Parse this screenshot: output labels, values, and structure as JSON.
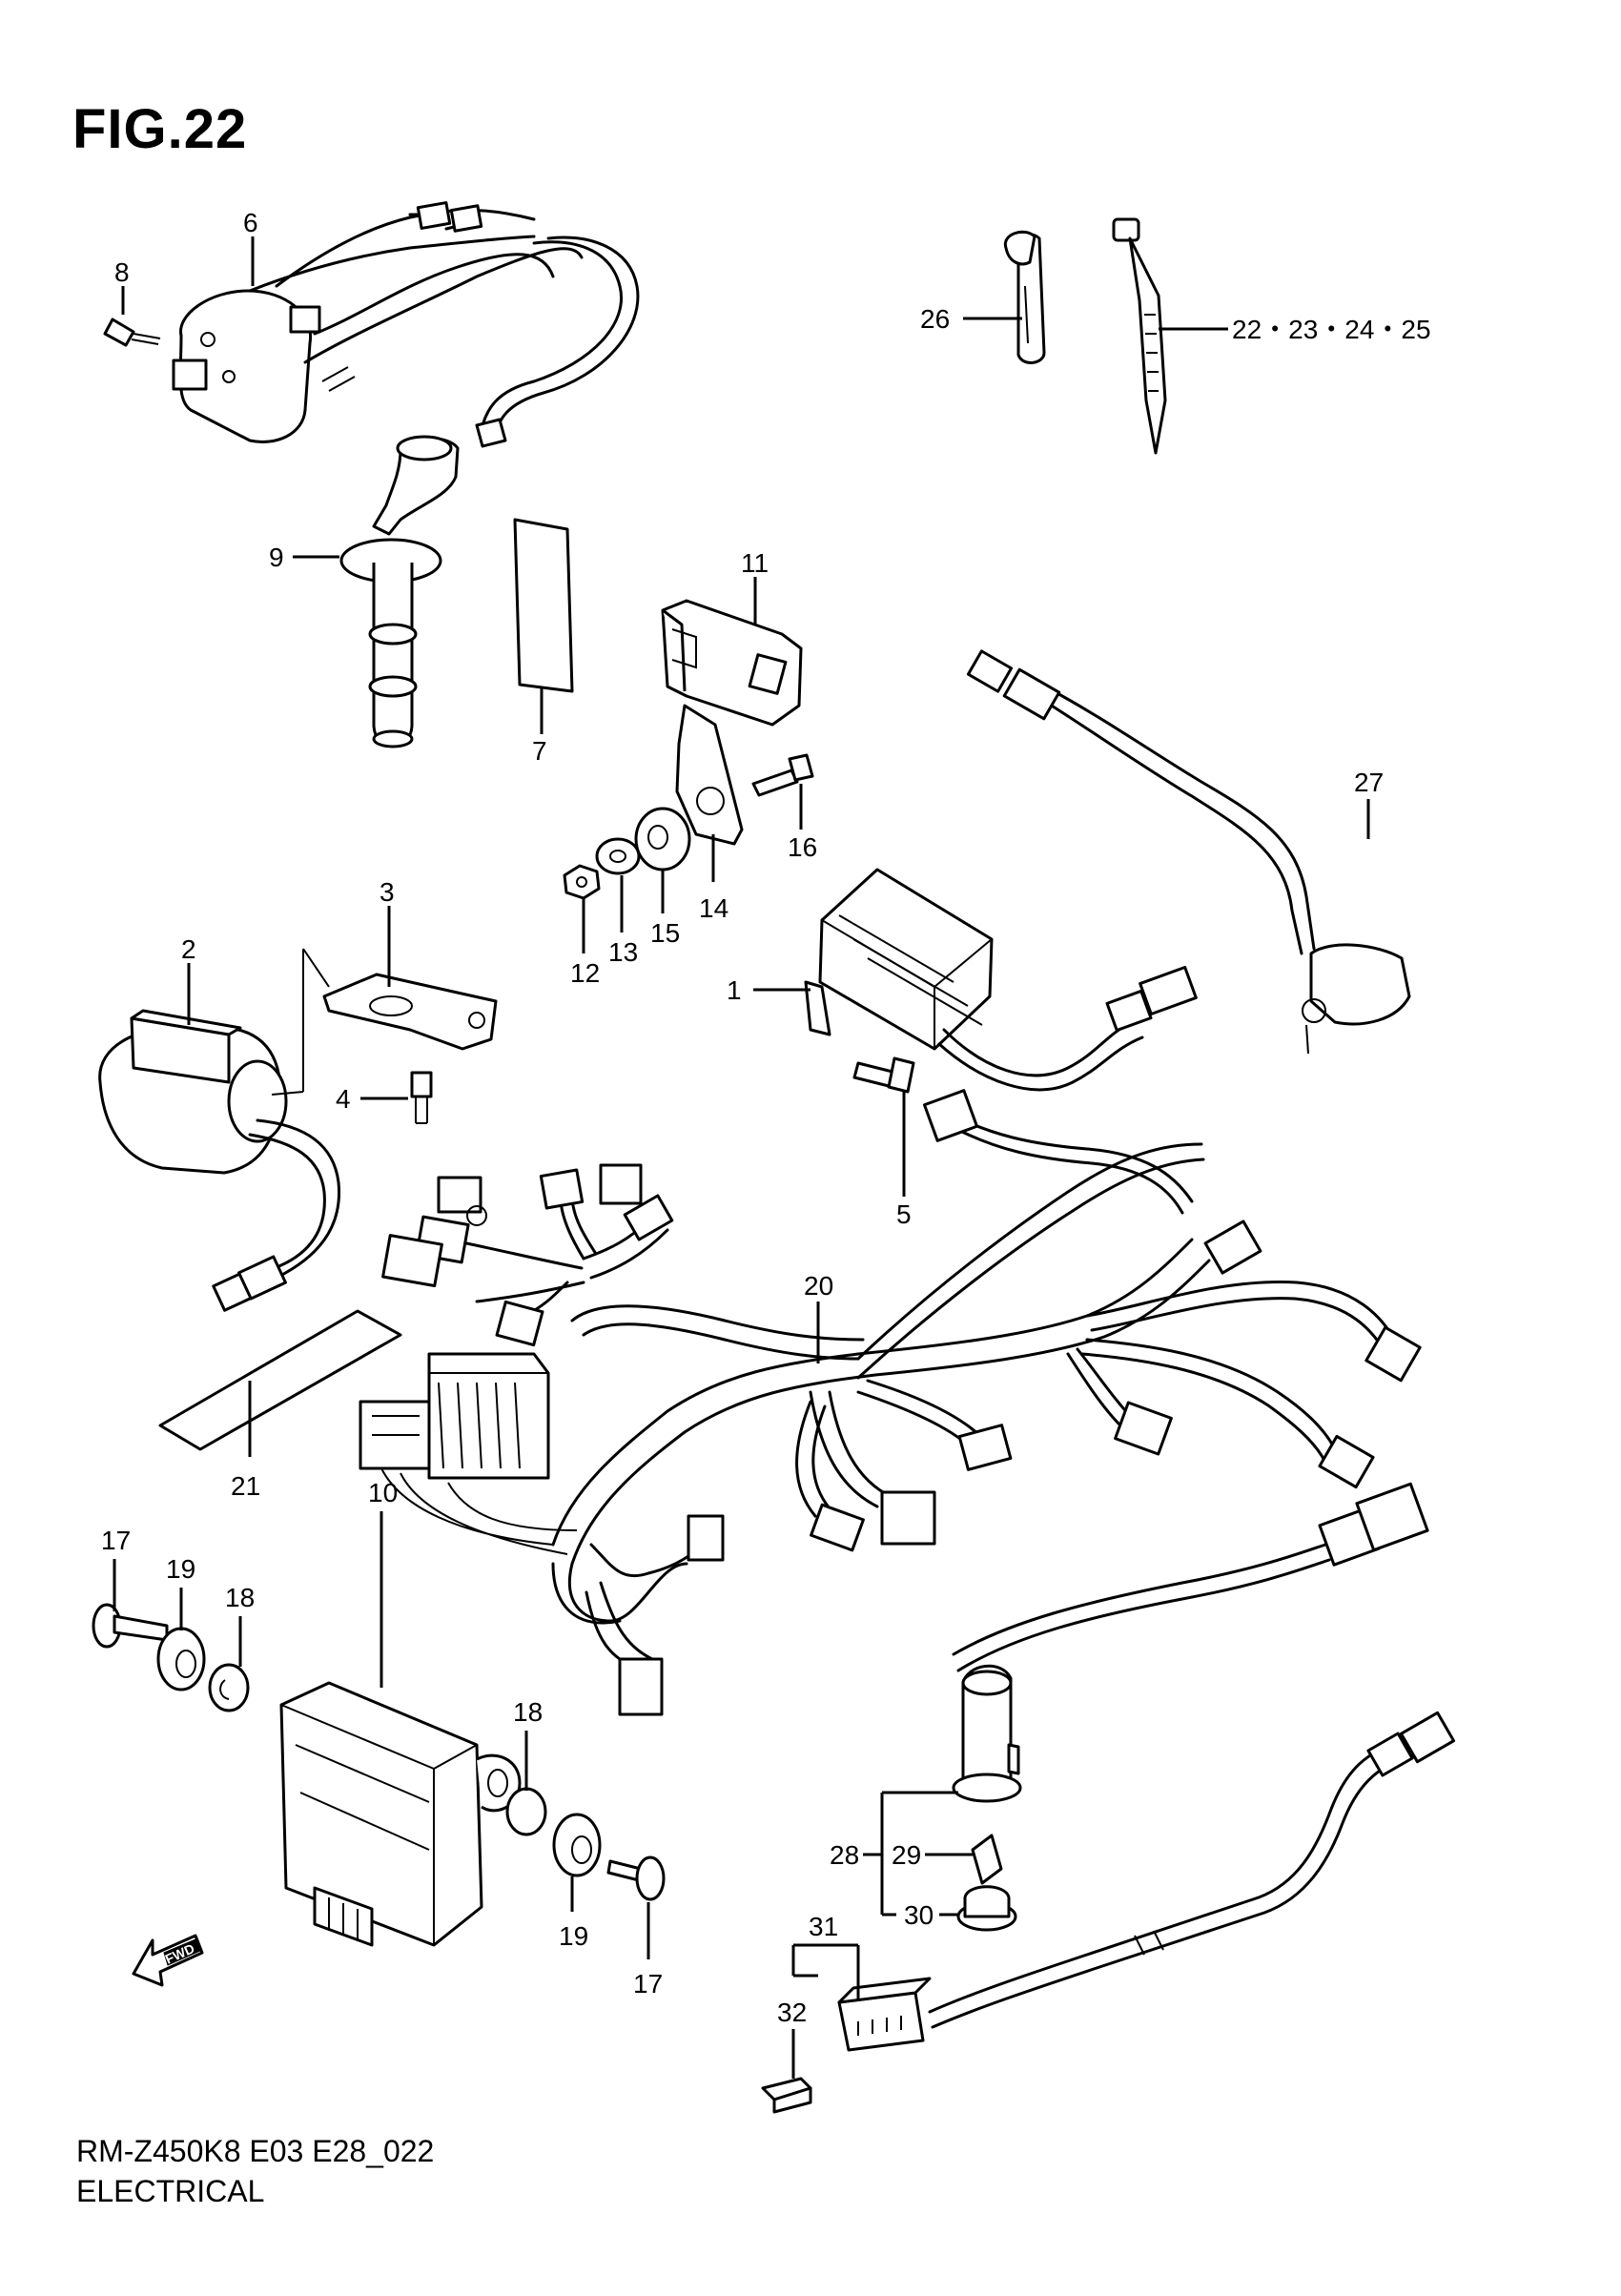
{
  "figure": {
    "title": "FIG.22",
    "footer_code": "RM-Z450K8 E03 E28_022",
    "footer_name": "ELECTRICAL",
    "fwd_label": "FWD"
  },
  "callouts": {
    "c1": "1",
    "c2": "2",
    "c3": "3",
    "c4": "4",
    "c5": "5",
    "c6": "6",
    "c7": "7",
    "c8": "8",
    "c9": "9",
    "c10": "10",
    "c11": "11",
    "c12": "12",
    "c13": "13",
    "c14": "14",
    "c15": "15",
    "c16": "16",
    "c17a": "17",
    "c17b": "17",
    "c18a": "18",
    "c18b": "18",
    "c19a": "19",
    "c19b": "19",
    "c20": "20",
    "c21": "21",
    "c22": "22・23・24・25",
    "c26": "26",
    "c27": "27",
    "c28": "28",
    "c29": "29",
    "c30": "30",
    "c31": "31",
    "c32": "32"
  },
  "colors": {
    "line": "#000000",
    "background": "#ffffff"
  }
}
